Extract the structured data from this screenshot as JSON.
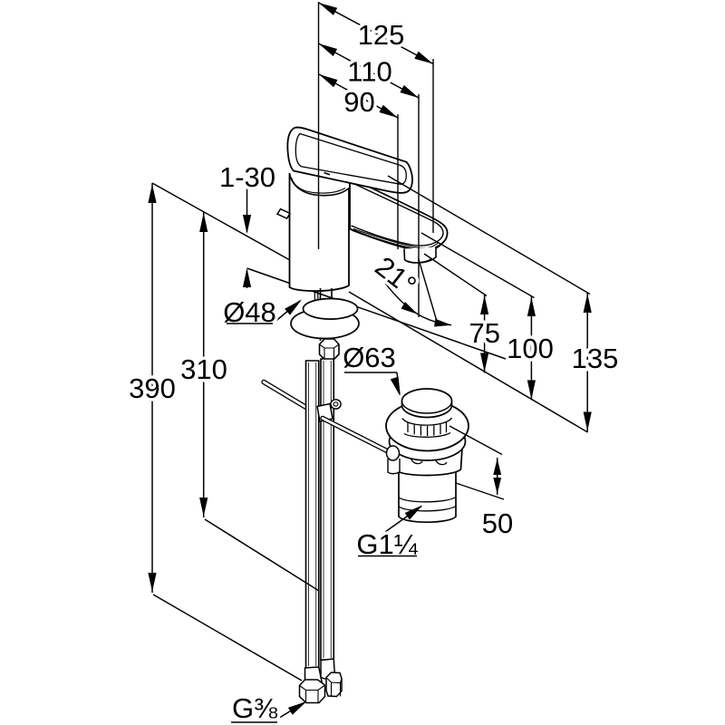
{
  "meta": {
    "type": "technical-dimensional-drawing",
    "subject": "Single-lever basin mixer (monobloc faucet) with pop-up waste set, dimetric projection, dimensions in mm"
  },
  "labels": {
    "dim_125": "125",
    "dim_110": "110",
    "dim_90": "90",
    "dim_thickness": "1-30",
    "dim_base_diameter": "Ø48",
    "dim_drain_diameter": "Ø63",
    "dim_angle": "21°",
    "dim_75": "75",
    "dim_100": "100",
    "dim_135": "135",
    "dim_390": "390",
    "dim_310": "310",
    "dim_50": "50",
    "thread_drain": "G1¼",
    "thread_supply": "G⅜"
  },
  "colors": {
    "line": "#000000",
    "background": "#ffffff"
  }
}
